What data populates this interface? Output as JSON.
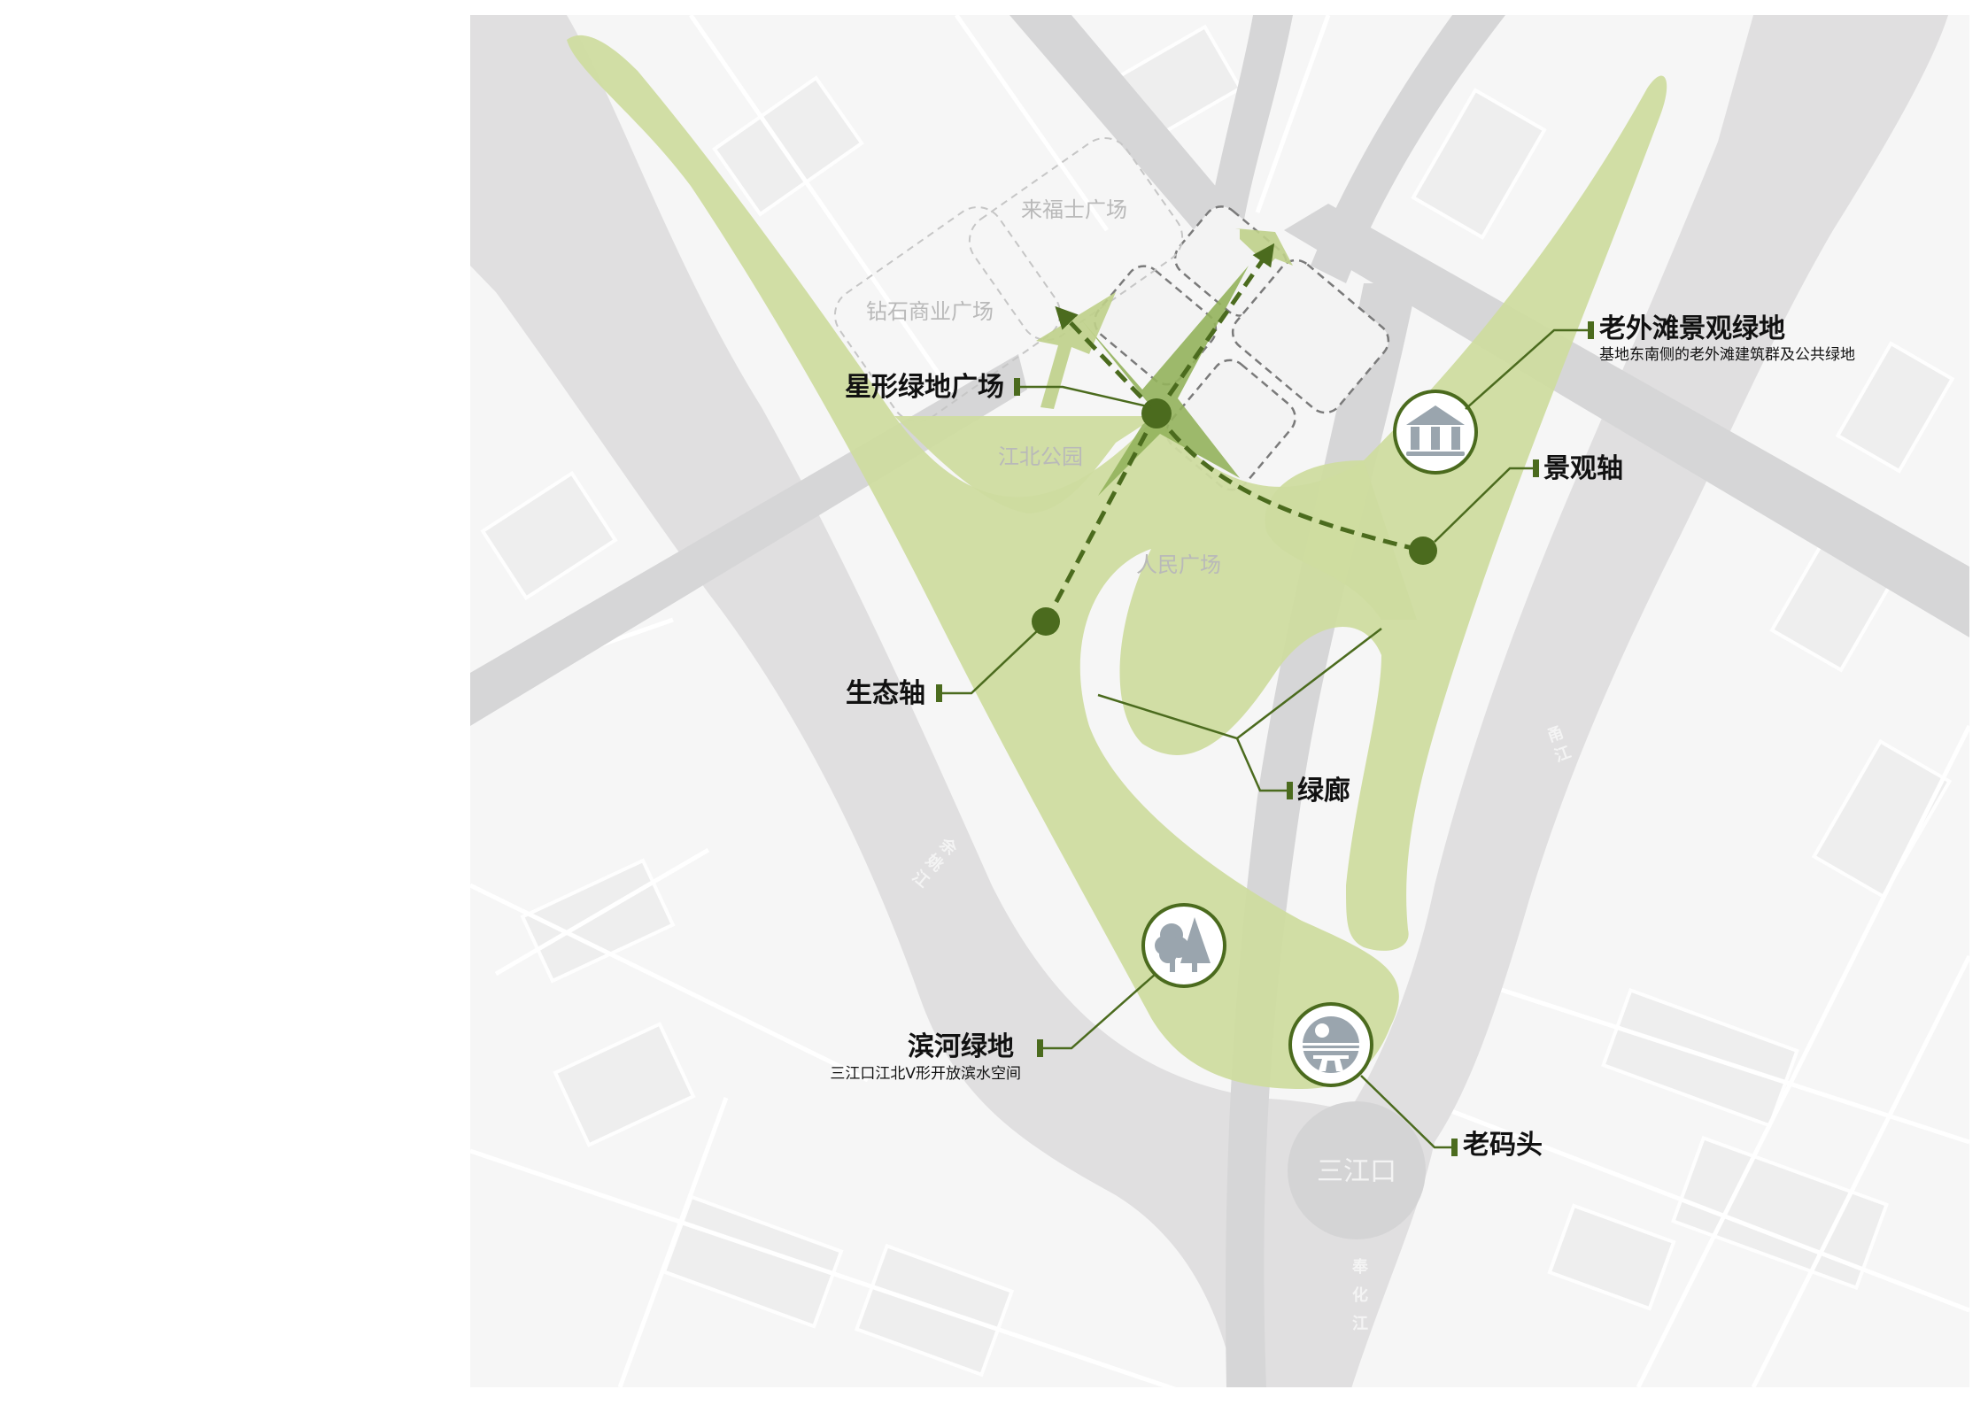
{
  "colors": {
    "background": "#ffffff",
    "land": "#f6f6f6",
    "water": "#e0dfe0",
    "road": "#d6d6d7",
    "green_fill": "#cfdca0",
    "green_mid": "#94b25c",
    "green_dark": "#4b6b1e",
    "icon_gray": "#9aa5ae",
    "place_text": "#b9b9b9",
    "callout_text": "#111111"
  },
  "places": {
    "raffles_plaza": "来福士广场",
    "diamond_plaza": "钻石商业广场",
    "jiangbei_park": "江北公园",
    "people_plaza": "人民广场",
    "sanjiangkou": "三江口"
  },
  "rivers": {
    "yuyao": [
      "余",
      "姚",
      "江"
    ],
    "yong": [
      "甬",
      "江"
    ],
    "fenghua": [
      "奉",
      "化",
      "江"
    ]
  },
  "callouts": {
    "star_plaza": {
      "title": "星形绿地广场"
    },
    "old_bund": {
      "title": "老外滩景观绿地",
      "subtitle": "基地东南侧的老外滩建筑群及公共绿地"
    },
    "landscape_axis": {
      "title": "景观轴"
    },
    "eco_axis": {
      "title": "生态轴"
    },
    "green_corridor": {
      "title": "绿廊"
    },
    "riverside_green": {
      "title": "滨河绿地",
      "subtitle": "三江口江北V形开放滨水空间"
    },
    "old_pier": {
      "title": "老码头"
    }
  },
  "icons": {
    "museum": "museum-icon",
    "trees": "trees-icon",
    "pier": "pier-icon"
  }
}
